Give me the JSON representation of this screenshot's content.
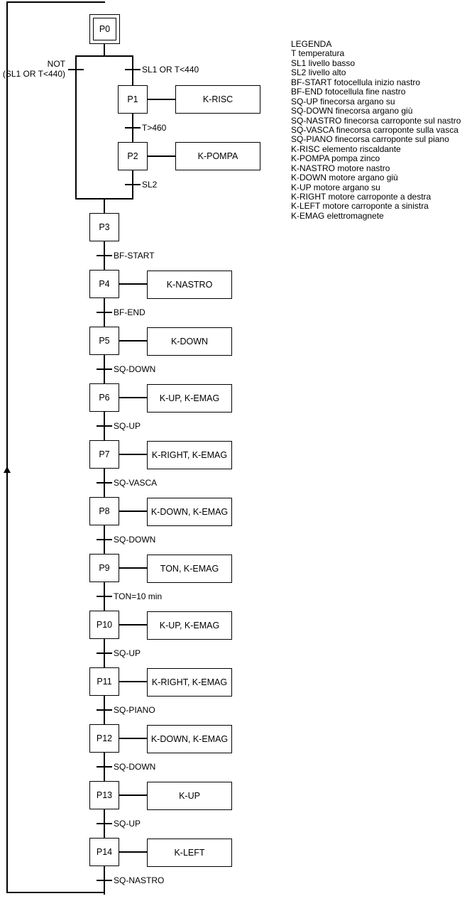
{
  "diagram": {
    "type": "grafcet-sfc",
    "title_visible": false,
    "initial_step": {
      "id": "P0",
      "label": "P0"
    },
    "branch": {
      "left_transition_line1": "NOT",
      "left_transition_line2": "(SL1 OR T<440)",
      "right_transition": "SL1 OR T<440"
    },
    "branch_steps": [
      {
        "label": "P1",
        "transition_below": "T>460",
        "action": "K-RISC"
      },
      {
        "label": "P2",
        "transition_below": "SL2",
        "action": "K-POMPA"
      }
    ],
    "main_steps": [
      {
        "label": "P3",
        "action": null,
        "transition_below": "BF-START"
      },
      {
        "label": "P4",
        "action": "K-NASTRO",
        "transition_below": "BF-END"
      },
      {
        "label": "P5",
        "action": "K-DOWN",
        "transition_below": "SQ-DOWN"
      },
      {
        "label": "P6",
        "action": "K-UP, K-EMAG",
        "transition_below": "SQ-UP"
      },
      {
        "label": "P7",
        "action": "K-RIGHT, K-EMAG",
        "transition_below": "SQ-VASCA"
      },
      {
        "label": "P8",
        "action": "K-DOWN, K-EMAG",
        "transition_below": "SQ-DOWN"
      },
      {
        "label": "P9",
        "action": "TON, K-EMAG",
        "transition_below": "TON=10 min"
      },
      {
        "label": "P10",
        "action": "K-UP, K-EMAG",
        "transition_below": "SQ-UP"
      },
      {
        "label": "P11",
        "action": "K-RIGHT, K-EMAG",
        "transition_below": "SQ-PIANO"
      },
      {
        "label": "P12",
        "action": "K-DOWN, K-EMAG",
        "transition_below": "SQ-DOWN"
      },
      {
        "label": "P13",
        "action": "K-UP",
        "transition_below": "SQ-UP"
      },
      {
        "label": "P14",
        "action": "K-LEFT",
        "transition_below": "SQ-NASTRO"
      }
    ],
    "loopback": {
      "arrow": "arrow-up-icon"
    }
  },
  "legend": {
    "title": "LEGENDA",
    "entries": [
      "T temperatura",
      "SL1 livello basso",
      "SL2 livello alto",
      "BF-START fotocellula inizio nastro",
      "BF-END fotocellula fine nastro",
      "SQ-UP finecorsa argano su",
      "SQ-DOWN finecorsa argano giù",
      "SQ-NASTRO finecorsa carroponte sul nastro",
      "SQ-VASCA finecorsa carroponte sulla vasca",
      "SQ-PIANO finecorsa carroponte sul piano",
      "K-RISC elemento riscaldante",
      "K-POMPA pompa zinco",
      "K-NASTRO motore nastro",
      "K-DOWN motore argano giù",
      "K-UP motore argano su",
      "K-RIGHT motore carroponte a destra",
      "K-LEFT motore carroponte a sinistra",
      "K-EMAG elettromagnete"
    ]
  },
  "colors": {
    "line": "#000000",
    "background": "#ffffff",
    "text": "#000000"
  }
}
